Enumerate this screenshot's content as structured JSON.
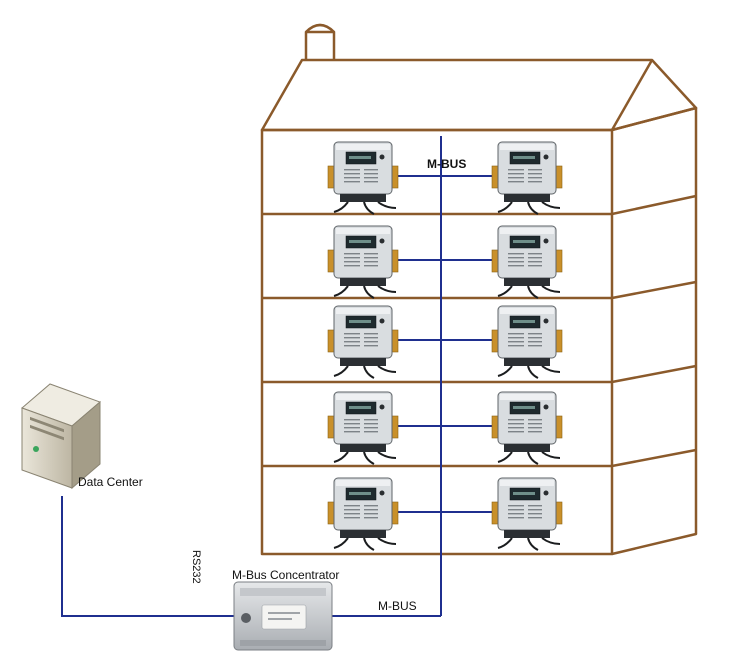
{
  "diagram": {
    "labels": {
      "mbus_top": "M-BUS",
      "mbus_bottom": "M-BUS",
      "concentrator": "M-Bus Concentrator",
      "data_center": "Data Center",
      "rs232": "RS232"
    },
    "floors": 5,
    "meters_per_floor": 2,
    "colors": {
      "building_outline": "#8B5A2B",
      "bus_line": "#1f2f8f",
      "meter_body": "#d9dde0",
      "meter_display": "#1e2a2e",
      "meter_fitting": "#c9902a",
      "server_body": "#d8d2c2"
    }
  }
}
